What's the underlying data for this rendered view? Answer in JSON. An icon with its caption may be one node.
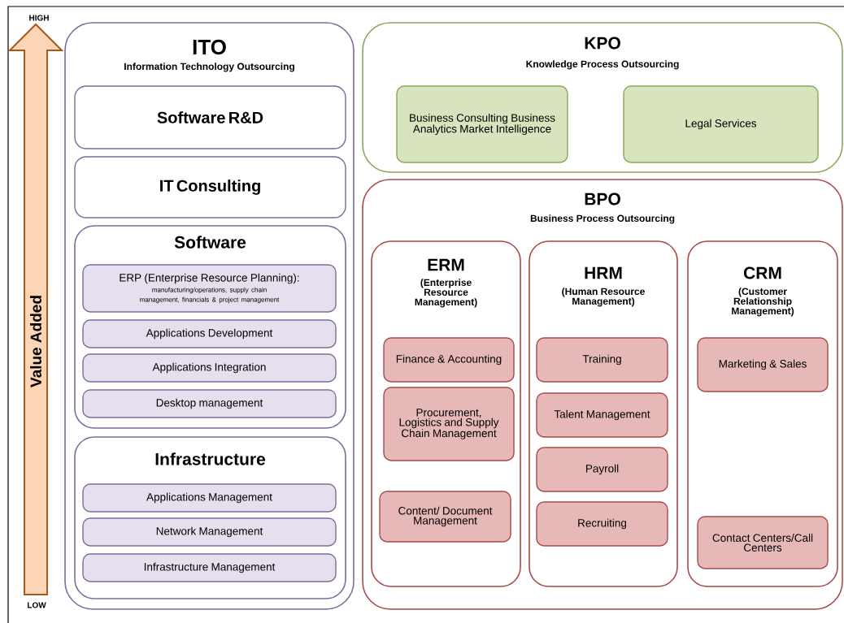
{
  "diagram": {
    "nodes": [
      {
        "text": [
          "ITO",
          "Information Technology Outsourcing"
        ]
      },
      {
        "text": [
          "Software R&D"
        ],
        "in": 0
      },
      {
        "text": [
          "IT Consulting"
        ],
        "in": 0
      },
      {
        "text": [
          "Software"
        ],
        "in": 0
      },
      {
        "text": [
          "ERP (Enterprise Resource Planning):",
          "manufacturing/operations, supply chain management, financials & project management"
        ],
        "in": 3
      },
      {
        "text": [
          "Applications Development"
        ],
        "in": 3
      },
      {
        "text": [
          "Applications Integration"
        ],
        "in": 3
      },
      {
        "text": [
          "Desktop management"
        ],
        "in": 3
      },
      {
        "text": [
          "Infrastructure"
        ],
        "in": 0
      },
      {
        "text": [
          "Applications Management"
        ],
        "in": 8
      },
      {
        "text": [
          "Network Management"
        ],
        "in": 8
      },
      {
        "text": [
          "Infrastructure Management"
        ],
        "in": 8
      },
      {
        "text": [
          "KPO",
          "Knowledge Process Outsourcing"
        ]
      },
      {
        "text": [
          "Business Consulting Business Analytics Market Intelligence"
        ],
        "in": 12
      },
      {
        "text": [
          "Legal Services"
        ],
        "in": 12
      },
      {
        "text": [
          "BPO",
          "Business Process Outsourcing"
        ]
      },
      {
        "text": [
          "ERM",
          "(Enterprise Resource Management)"
        ],
        "in": 15
      },
      {
        "text": [
          "Finance & Accounting"
        ],
        "in": 16
      },
      {
        "text": [
          "Procurement, Logistics and Supply Chain Management"
        ],
        "in": 16
      },
      {
        "text": [
          "Content/ Document Management"
        ],
        "in": 16
      },
      {
        "text": [
          "HRM",
          "(Human Resource Management)"
        ],
        "in": 15
      },
      {
        "text": [
          "Training"
        ],
        "in": 20
      },
      {
        "text": [
          "Talent Management"
        ],
        "in": 20
      },
      {
        "text": [
          "Payroll"
        ],
        "in": 20
      },
      {
        "text": [
          "Recruiting"
        ],
        "in": 20
      },
      {
        "text": [
          "CRM",
          "(Customer Relationship Management)"
        ],
        "in": 15
      },
      {
        "text": [
          "Marketing & Sales"
        ],
        "in": 25
      },
      {
        "text": [
          "Contact Centers/Call Centers"
        ],
        "in": 25
      }
    ],
    "labels": [
      "HIGH",
      "Value Added",
      "LOW"
    ]
  }
}
